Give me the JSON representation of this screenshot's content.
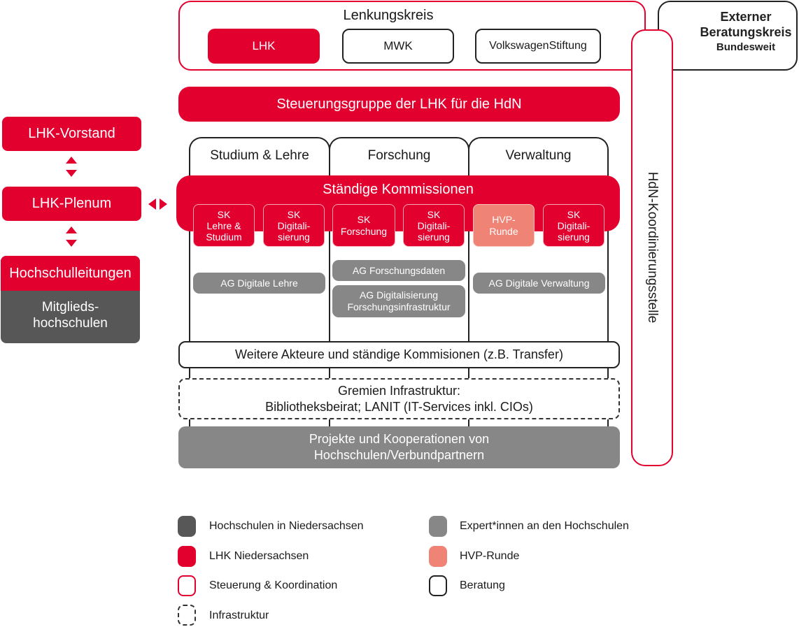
{
  "lenkungskreis": {
    "title": "Lenkungskreis",
    "members": [
      "LHK",
      "MWK",
      "VolkswagenStiftung"
    ]
  },
  "externer_beratungskreis": {
    "title_line1": "Externer",
    "title_line2": "Beratungskreis",
    "subtitle": "Bundesweit"
  },
  "koordinierungsstelle": "HdN-Koordinierungsstelle",
  "steuerungsgruppe": "Steuerungsgruppe der LHK für die HdN",
  "left": {
    "vorstand": "LHK-Vorstand",
    "plenum": "LHK-Plenum",
    "hochschulleitungen": "Hochschulleitungen",
    "mitglieds_line1": "Mitglieds-",
    "mitglieds_line2": "hochschulen"
  },
  "columns": [
    "Studium & Lehre",
    "Forschung",
    "Verwaltung"
  ],
  "staendige_kommissionen": {
    "title": "Ständige Kommissionen",
    "items": [
      {
        "line1": "SK",
        "line2": "Lehre &",
        "line3": "Studium"
      },
      {
        "line1": "SK",
        "line2": "Digitali-",
        "line3": "sierung"
      },
      {
        "line1": "SK",
        "line2": "Forschung",
        "line3": ""
      },
      {
        "line1": "SK",
        "line2": "Digitali-",
        "line3": "sierung"
      },
      {
        "line1": "HVP-",
        "line2": "Runde",
        "line3": ""
      },
      {
        "line1": "SK",
        "line2": "Digitali-",
        "line3": "sierung"
      }
    ]
  },
  "arbeitsgruppen": {
    "lehre": "AG Digitale Lehre",
    "forschungsdaten": "AG Forschungsdaten",
    "forschungsinfra_line1": "AG Digitalisierung",
    "forschungsinfra_line2": "Forschungsinfrastruktur",
    "verwaltung": "AG Digitale Verwaltung"
  },
  "weitere_akteure": "Weitere Akteure und ständige Kommisionen (z.B. Transfer)",
  "gremien": {
    "line1": "Gremien Infrastruktur:",
    "line2": "Bibliotheksbeirat; LANIT (IT-Services inkl. CIOs)"
  },
  "projekte": {
    "line1": "Projekte und Kooperationen von",
    "line2": "Hochschulen/Verbundpartnern"
  },
  "legend": [
    {
      "label": "Hochschulen in Niedersachsen",
      "style": "dark"
    },
    {
      "label": "LHK Niedersachsen",
      "style": "red"
    },
    {
      "label": "Steuerung & Koordination",
      "style": "red-outline"
    },
    {
      "label": "Infrastruktur",
      "style": "dashed"
    },
    {
      "label": "Expert*innen an den Hochschulen",
      "style": "grey"
    },
    {
      "label": "HVP-Runde",
      "style": "salmon"
    },
    {
      "label": "Beratung",
      "style": "black-outline"
    }
  ],
  "colors": {
    "lhk_red": "#e2002f",
    "dark_grey": "#575757",
    "grey": "#878787",
    "salmon": "#ef8375"
  }
}
